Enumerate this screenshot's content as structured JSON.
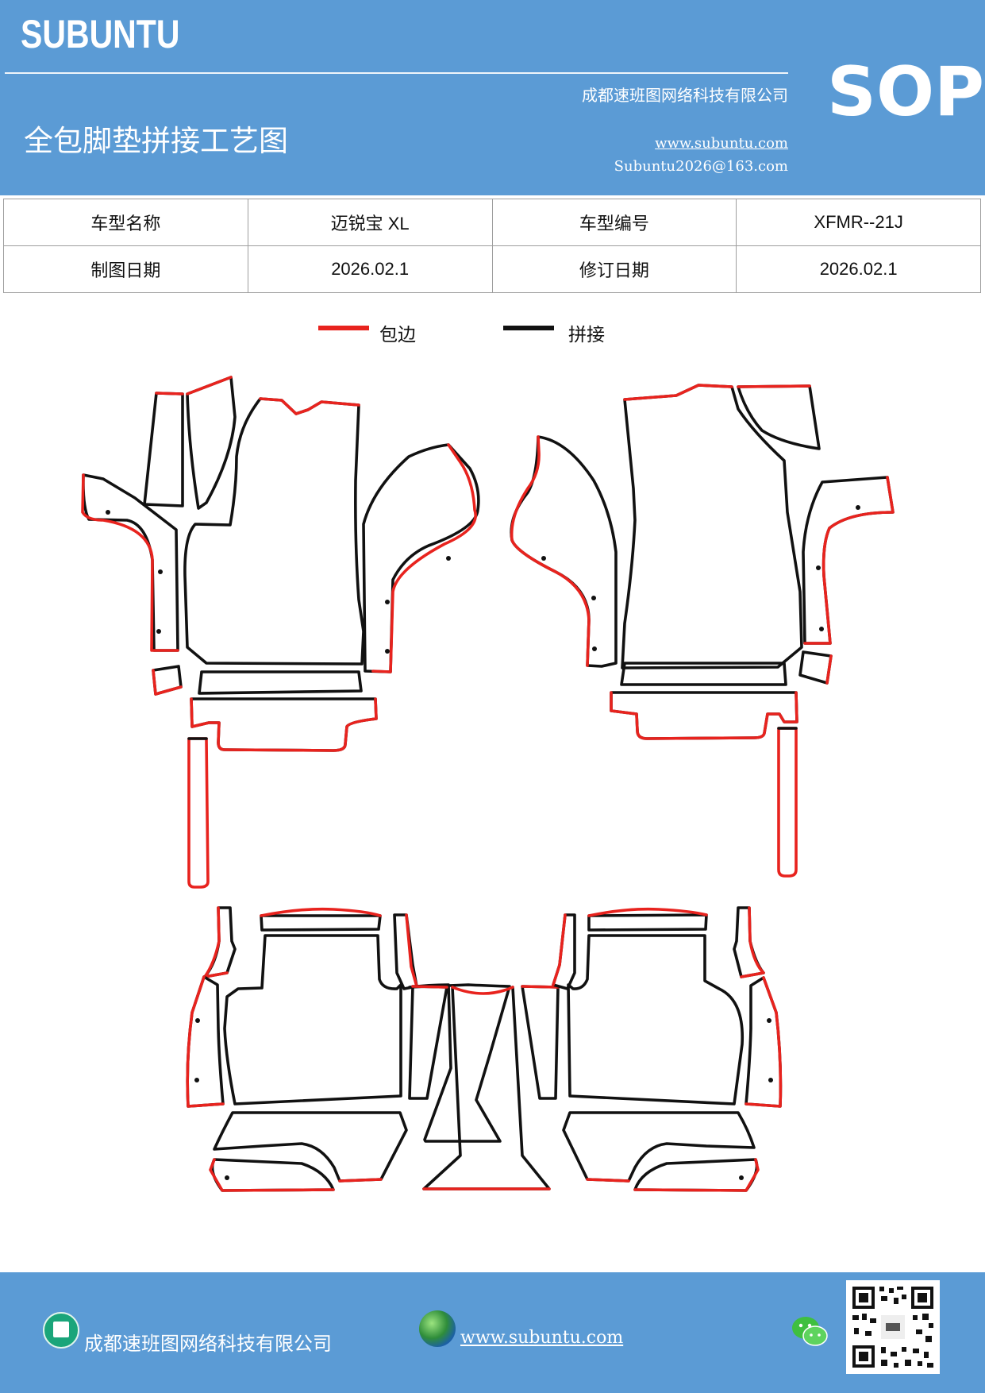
{
  "header": {
    "brand": "SUBUNTU",
    "company": "成都速班图网络科技有限公司",
    "title": "全包脚垫拼接工艺图",
    "website": "www.subuntu.com",
    "email": "Subuntu2026@163.com",
    "badge": "SOP"
  },
  "info_table": {
    "model_name_label": "车型名称",
    "model_name_value": "迈锐宝 XL",
    "model_code_label": "车型编号",
    "model_code_value": "XFMR--21J",
    "draw_date_label": "制图日期",
    "draw_date_value": "2026.02.1",
    "revise_date_label": "修订日期",
    "revise_date_value": "2026.02.1"
  },
  "legend": {
    "edge_label": "包边",
    "edge_color": "#e8231e",
    "joint_label": "拼接",
    "joint_color": "#111111"
  },
  "footer": {
    "company": "成都速班图网络科技有限公司",
    "website": "www.subuntu.com",
    "icons": [
      "building-icon",
      "globe-icon",
      "wechat-icon",
      "qr-code"
    ]
  }
}
